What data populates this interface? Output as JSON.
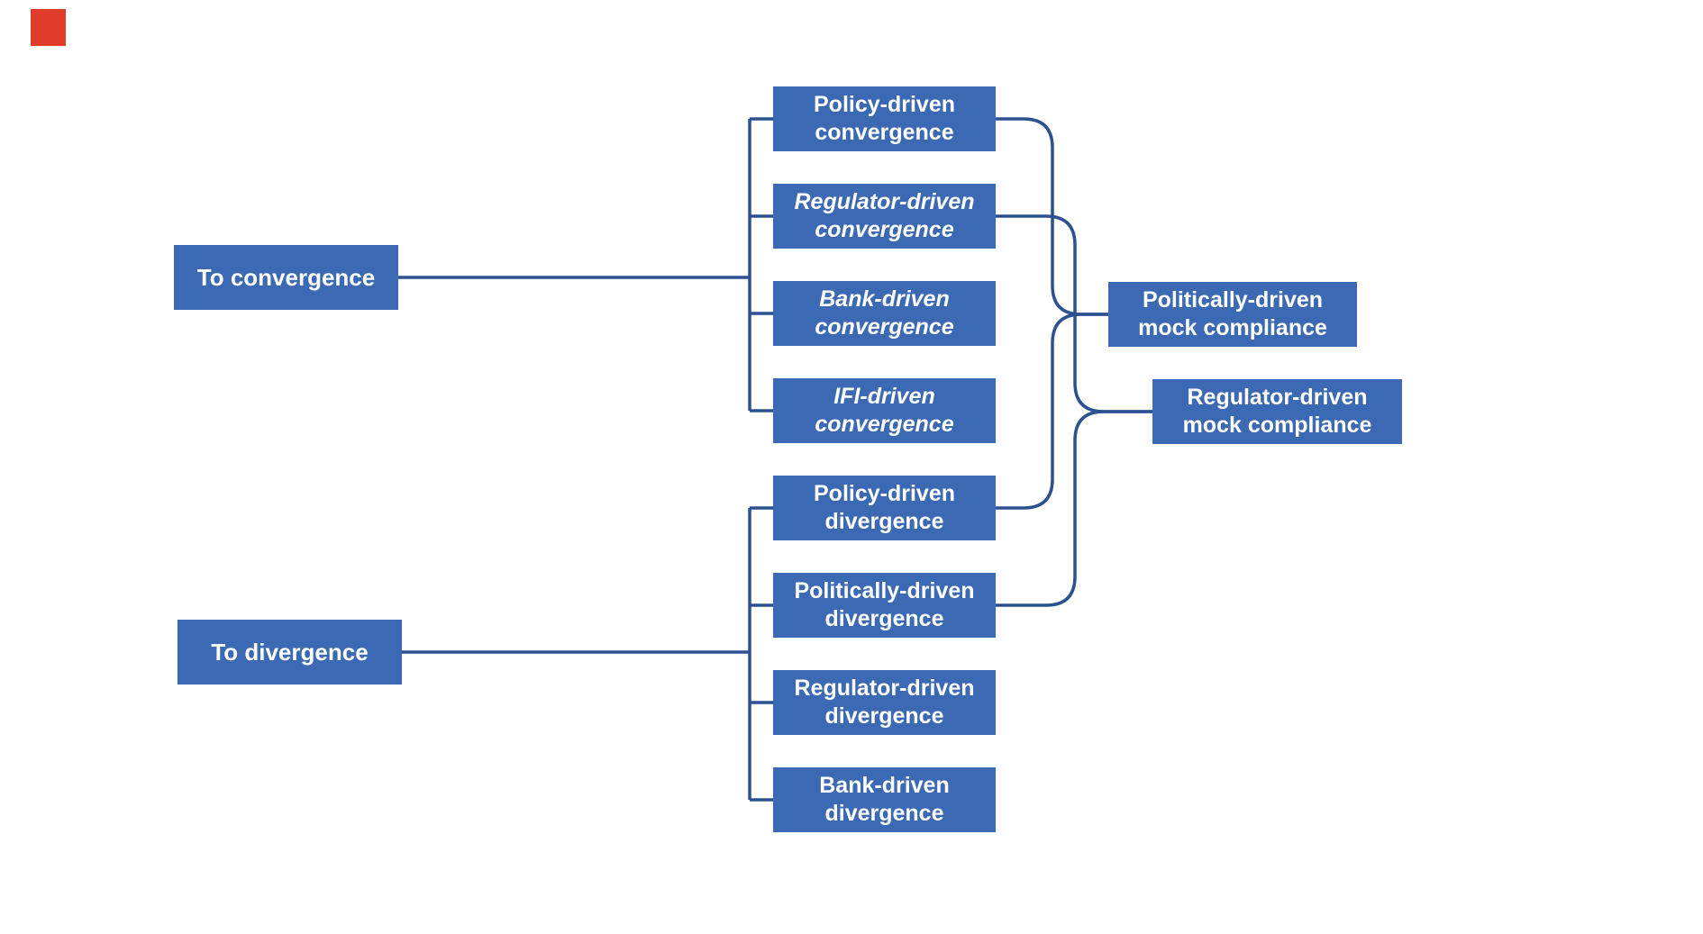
{
  "figure": {
    "title": "Convergence and divergence pathways diagram",
    "colors": {
      "box_fill": "#3C69B3",
      "line": "#2B5190",
      "text": "#FFFFFF",
      "corner_marker": "#E13B2B",
      "background": "#FFFFFF"
    },
    "nodes": [
      {
        "id": "to-convergence",
        "label": "To convergence",
        "italic": false
      },
      {
        "id": "to-divergence",
        "label": "To divergence",
        "italic": false
      },
      {
        "id": "policy-convergence",
        "label": "Policy-driven convergence",
        "italic": false
      },
      {
        "id": "regulator-convergence",
        "label": "Regulator-driven convergence",
        "italic": true
      },
      {
        "id": "bank-convergence",
        "label": "Bank-driven convergence",
        "italic": true
      },
      {
        "id": "ifi-convergence",
        "label": "IFI-driven convergence",
        "italic": true
      },
      {
        "id": "policy-divergence",
        "label": "Policy-driven divergence",
        "italic": false
      },
      {
        "id": "politically-divergence",
        "label": "Politically-driven divergence",
        "italic": false
      },
      {
        "id": "regulator-divergence",
        "label": "Regulator-driven divergence",
        "italic": false
      },
      {
        "id": "bank-divergence",
        "label": "Bank-driven divergence",
        "italic": false
      },
      {
        "id": "politically-mock",
        "label": "Politically-driven mock compliance",
        "italic": false
      },
      {
        "id": "regulator-mock",
        "label": "Regulator-driven mock compliance",
        "italic": false
      }
    ],
    "edges": [
      {
        "from": "to-convergence",
        "to": "policy-convergence"
      },
      {
        "from": "to-convergence",
        "to": "regulator-convergence"
      },
      {
        "from": "to-convergence",
        "to": "bank-convergence"
      },
      {
        "from": "to-convergence",
        "to": "ifi-convergence"
      },
      {
        "from": "to-divergence",
        "to": "policy-divergence"
      },
      {
        "from": "to-divergence",
        "to": "politically-divergence"
      },
      {
        "from": "to-divergence",
        "to": "regulator-divergence"
      },
      {
        "from": "to-divergence",
        "to": "bank-divergence"
      },
      {
        "from": "policy-convergence",
        "to": "politically-mock"
      },
      {
        "from": "policy-divergence",
        "to": "politically-mock"
      },
      {
        "from": "regulator-convergence",
        "to": "regulator-mock"
      },
      {
        "from": "politically-divergence",
        "to": "regulator-mock"
      }
    ]
  }
}
